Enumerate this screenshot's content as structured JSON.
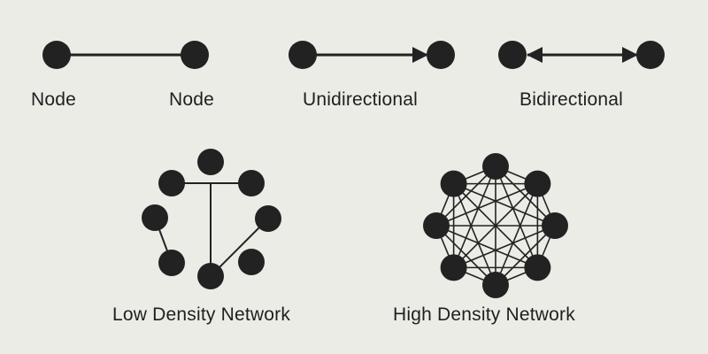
{
  "colors": {
    "background": "#ebece6",
    "node_fill": "#222222",
    "edge": "#222222",
    "text": "#1f1f1f"
  },
  "labels": {
    "node_left": "Node",
    "node_right": "Node",
    "unidirectional": "Unidirectional",
    "bidirectional": "Bidirectional",
    "low_density": "Low Density Network",
    "high_density": "High Density Network"
  },
  "edge_types": [
    {
      "id": "undirected",
      "arrow": "none"
    },
    {
      "id": "unidirectional",
      "arrow": "forward"
    },
    {
      "id": "bidirectional",
      "arrow": "both"
    }
  ],
  "low_density_network": {
    "node_count": 8,
    "edges": [
      [
        1,
        2
      ],
      [
        0,
        6
      ],
      [
        7,
        3
      ],
      [
        4,
        5
      ]
    ]
  },
  "high_density_network": {
    "node_count": 8,
    "edges": "complete"
  }
}
